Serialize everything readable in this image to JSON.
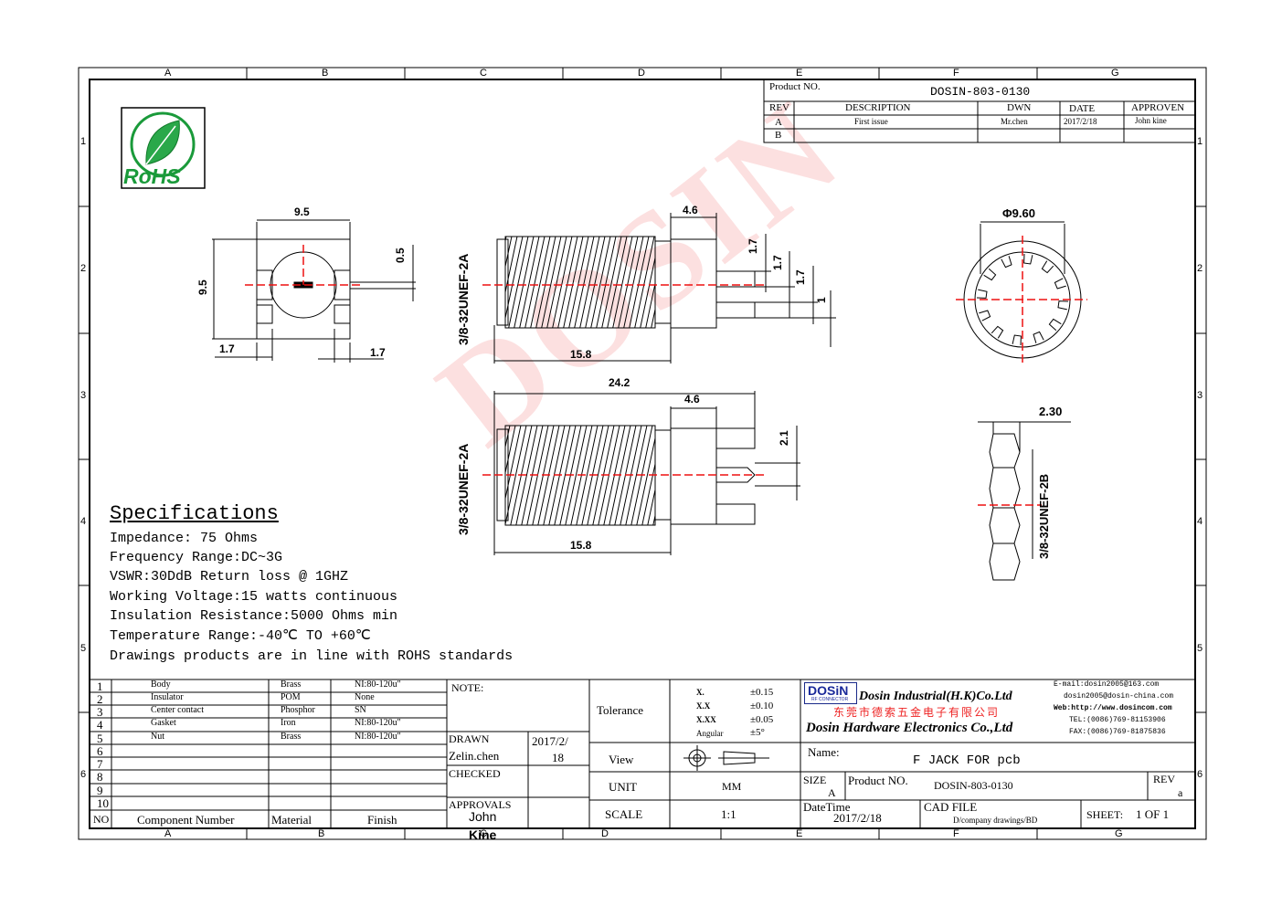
{
  "frame": {
    "columns": [
      "A",
      "B",
      "C",
      "D",
      "E",
      "F",
      "G"
    ],
    "rows": [
      "1",
      "2",
      "3",
      "4",
      "5",
      "6"
    ]
  },
  "watermark": "DOSIN",
  "logo": {
    "text": "RoHS"
  },
  "revision_block": {
    "product_no_label": "Product NO.",
    "product_no": "DOSIN-803-0130",
    "headers": {
      "rev": "REV",
      "description": "DESCRIPTION",
      "dwn": "DWN",
      "date": "DATE",
      "approven": "APPROVEN"
    },
    "rows": [
      {
        "rev": "A",
        "description": "First issue",
        "dwn": "Mr.chen",
        "date": "2017/2/18",
        "approven": "John kine"
      },
      {
        "rev": "B",
        "description": "",
        "dwn": "",
        "date": "",
        "approven": ""
      }
    ]
  },
  "dimensions": {
    "top_width": "9.5",
    "height": "9.5",
    "slot": "0.5",
    "left_foot": "1.7",
    "right_foot": "1.7",
    "thread_upper": "3/8-32UNEF-2A",
    "pin_len_upper": "4.6",
    "pin_a": "1.7",
    "pin_b": "1.7",
    "pin_c": "1.7",
    "pin_d": "1",
    "len_upper": "15.8",
    "total_len": "24.2",
    "pin_len_lower": "4.6",
    "pin_gap": "2.1",
    "thread_lower": "3/8-32UNEF-2A",
    "len_lower": "15.8",
    "diameter": "Φ9.60",
    "nut_thickness": "2.30",
    "nut_thread": "3/8-32UNEF-2B"
  },
  "specifications": {
    "title": "Specifications",
    "lines": [
      "Impedance: 75 Ohms",
      "Frequency Range:DC~3G",
      "VSWR:30DdB Return loss @ 1GHZ",
      "Working Voltage:15 watts continuous",
      "Insulation Resistance:5000 Ohms min",
      "Temperature Range:-40℃ TO +60℃",
      "Drawings products are in line with ROHS standards"
    ]
  },
  "bom": {
    "rows": [
      {
        "no": "1",
        "component": "Body",
        "material": "Brass",
        "finish": "NI:80-120u\""
      },
      {
        "no": "2",
        "component": "Insulator",
        "material": "POM",
        "finish": "None"
      },
      {
        "no": "3",
        "component": "Center contact",
        "material": "Phosphor",
        "finish": "SN"
      },
      {
        "no": "4",
        "component": "Gasket",
        "material": "Iron",
        "finish": "NI:80-120u\""
      },
      {
        "no": "5",
        "component": "Nut",
        "material": "Brass",
        "finish": "NI:80-120u\""
      },
      {
        "no": "6",
        "component": "",
        "material": "",
        "finish": ""
      },
      {
        "no": "7",
        "component": "",
        "material": "",
        "finish": ""
      },
      {
        "no": "8",
        "component": "",
        "material": "",
        "finish": ""
      },
      {
        "no": "9",
        "component": "",
        "material": "",
        "finish": ""
      },
      {
        "no": "10",
        "component": "",
        "material": "",
        "finish": ""
      }
    ],
    "header": {
      "no": "NO",
      "component": "Component Number",
      "material": "Material",
      "finish": "Finish"
    }
  },
  "title_block": {
    "note_label": "NOTE:",
    "drawn_label": "DRAWN",
    "drawn_by": "Zelin.chen",
    "drawn_date_1": "2017/2/",
    "drawn_date_2": "18",
    "checked_label": "CHECKED",
    "approvals_label": "APPROVALS",
    "approvals_name_1": "John",
    "approvals_name_2": "Kine",
    "tolerance_label": "Tolerance",
    "tolerances": [
      {
        "k": "X.",
        "v": "±0.15"
      },
      {
        "k": "X.X",
        "v": "±0.10"
      },
      {
        "k": "X.XX",
        "v": "±0.05"
      },
      {
        "k": "Angular",
        "v": "±5°"
      }
    ],
    "view_label": "View",
    "unit_label": "UNIT",
    "unit": "MM",
    "scale_label": "SCALE",
    "scale": "1:1",
    "company_logo": "DOSiN",
    "company_logo_sub": "RF CONNECTOR",
    "company_name_1": "Dosin Industrial(H.K)Co.Ltd",
    "company_name_cn": "东莞市德索五金电子有限公司",
    "company_name_2": "Dosin Hardware Electronics Co.,Ltd",
    "contact": [
      "E-mail:dosin2005@163.com",
      "dosin2005@dosin-china.com",
      "Web:http://www.dosincom.com",
      "TEL:(0086)769-81153906",
      "FAX:(0086)769-81875836"
    ],
    "name_label": "Name:",
    "name": "F JACK FOR pcb",
    "size_label": "SIZE",
    "size": "A",
    "product_no_label": "Product NO.",
    "product_no": "DOSIN-803-0130",
    "rev_label": "REV",
    "rev": "a",
    "datetime_label": "DateTime",
    "datetime": "2017/2/18",
    "cad_label": "CAD FILE",
    "cad_path": "D/company drawings/BD",
    "sheet_label": "SHEET:",
    "sheet": "1 OF 1"
  }
}
